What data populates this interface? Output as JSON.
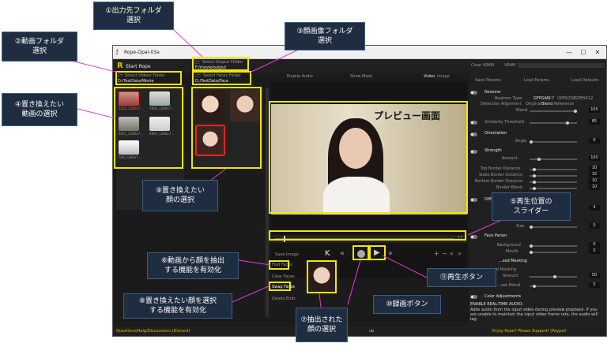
{
  "window": {
    "title": "Rope-Opal-03a",
    "controls": [
      "—",
      "☐",
      "✕"
    ]
  },
  "toolbar": {
    "start_rope": "Start Rope",
    "output_folder_label": "Select Output Folder",
    "output_folder_path": "F:/movie/output",
    "videos_folder_label": "Select Videos Folder",
    "videos_folder_path": "D:/TestData/Movie",
    "faces_folder_label": "Select Faces Folder",
    "faces_folder_path": "D:/TestData/Face",
    "enable_audio": "Enable Audio",
    "show_mask": "Show Mask",
    "video_tab": "Video",
    "image_tab": "Image",
    "clear_vram": "Clear VRAM",
    "vram_label": "VRAM"
  },
  "videos": [
    {
      "name": "5251_1280x7..."
    },
    {
      "name": "5666_1280x7..."
    },
    {
      "name": "5651_1280x7..."
    },
    {
      "name": "4991_1280x7..."
    },
    {
      "name": "509_1280x7..."
    }
  ],
  "preview": {
    "label": "プレビュー画面",
    "frame_end": "17"
  },
  "transport": {
    "save_image": "Save Image",
    "add": "+",
    "minus": "−"
  },
  "left_buttons": {
    "find_faces": "Find Faces",
    "clear_faces": "Clear Faces",
    "swap_faces": "Swap Faces",
    "delete_emb": "Delete Emb"
  },
  "params_header": {
    "save": "Save Params",
    "load": "Load Params",
    "load_defaults": "Load Defaults"
  },
  "params": {
    "restorer": "Restorer",
    "restorer_type": "Restorer Type",
    "restorer_options": [
      "GFPGAN",
      "CF",
      "GPEN256",
      "GPEN512"
    ],
    "detection_alignment": "Detection Alignment",
    "alignment_options": [
      "Original",
      "Blend",
      "Reference"
    ],
    "blend": "Blend",
    "blend_value": "100",
    "similarity_threshold": "Similarity Threshold",
    "similarity_value": "85",
    "orientation": "Orientation",
    "angle": "Angle",
    "angle_value": "0",
    "strength": "Strength",
    "amount": "Amount",
    "amount_value": "100",
    "top_border": "Top Border Distance",
    "top_border_value": "10",
    "sides_border": "Sides Border Distance",
    "sides_border_value": "10",
    "bottom_border": "Bottom Border Distance",
    "bottom_border_value": "10",
    "border_blend": "Border Blend",
    "border_blend_value": "10",
    "diff": "Diff",
    "diff_value": "4",
    "size": "Size",
    "size_value": "0",
    "face_parser": "Face Parser",
    "background": "Background",
    "background_value": "0",
    "mouth": "Mouth",
    "mouth_value": "0",
    "occluder": "...sed Masking",
    "d_masking": "...d Masking",
    "d_amount": "Amount",
    "d_amount_value": "50",
    "mask_blend": "...ask Blend",
    "mask_blend_value": "5",
    "color_adjustments": "Color Adjustments",
    "audio_title": "ENABLE REAL-TIME AUDIO:",
    "audio_desc": "Adds audio from the input video during preview playback. If you are unable to maintain the input video frame rate, the audio will lag."
  },
  "status_bar": {
    "left": "Questions/Help/Discussions (Discord)",
    "mid": "ub",
    "right": "Enjoy Rope? Please Support! (Paypal)"
  },
  "callouts": {
    "c1": "①出力先フォルダ\n選択",
    "c2": "②動画フォルダ\n選択",
    "c3": "③顔画像フォルダ\n選択",
    "c4": "④置き換えたい\n動画の選択",
    "c5": "⑤再生位置の\nスライダー",
    "c6": "⑥動画から顔を抽出\nする機能を有効化",
    "c7": "⑦抽出された\n顔の選択",
    "c8": "⑧置き換えたい顔を選択\nする機能を有効化",
    "c9": "⑨置き換えたい\n顔の選択",
    "c10": "⑩録画ボタン",
    "c11": "⑪再生ボタン"
  },
  "colors": {
    "highlight": "#f2e600",
    "callout_bg": "#1e2d3f",
    "app_bg": "#1b1b1b"
  }
}
